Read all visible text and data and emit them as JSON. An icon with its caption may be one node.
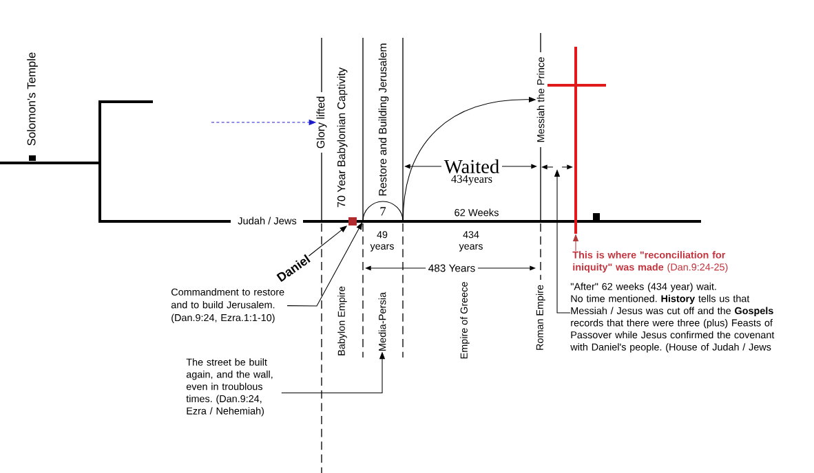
{
  "diagram": {
    "nodes": [
      {
        "text": [
          "Glory lifted"
        ]
      },
      {
        "text": [
          "Messiah the Prince"
        ]
      },
      {
        "text": [],
        "shape": "cross"
      },
      {
        "text": [
          "7"
        ]
      },
      {
        "text": [],
        "shape": "box"
      },
      {
        "text": [
          "Daniel"
        ]
      },
      {
        "text": [
          "Commandment to restore and to build Jerusalem. (Dan.9:24, Ezra.1:1-10)"
        ]
      },
      {
        "text": [
          "Media-Persia"
        ]
      },
      {
        "text": [
          "The street be built again, and the wall, even in troublous times. (Dan.9:24, Ezra / Nehemiah)"
        ]
      },
      {
        "text": [
          "**This is where \"reconciliation for iniquity\" was made** (Dan.9:24-25)"
        ]
      },
      {
        "text": [
          "\"After\" 62 weeks (434 year) wait.",
          "No time mentioned. **History** tells us that Messiah / Jesus was cut off and the **Gospels** records that there were three (plus) Feasts of Passover while Jesus confirmed the covenant with Daniel's people. (House of Judah / Jews"
        ]
      },
      {
        "text": [],
        "shape": "arrow"
      }
    ],
    "edges": [
      {
        "from": null,
        "to": 0,
        "arrow": "to",
        "style": "dashed",
        "color": "#1a1acc"
      },
      {
        "from": 3,
        "to": 1,
        "arrow": "to"
      },
      {
        "from": 5,
        "to": 4,
        "arrow": "to"
      },
      {
        "from": 6,
        "to": 3,
        "arrow": "to"
      },
      {
        "from": 8,
        "to": 7,
        "arrow": "to"
      },
      {
        "from": 9,
        "to": 2,
        "arrow": "to",
        "color": "#b03a3a"
      },
      {
        "from": 10,
        "to": 11,
        "arrow": "to"
      }
    ],
    "labels": [
      "Solomon's Temple",
      "70 Year Babylonian Captivity",
      "Restore and Building Jerusalem",
      "Waited",
      "434years",
      "Judah / Jews",
      "62 Weeks",
      "49 years",
      "434 years",
      "483 Years",
      "Babylon Empire",
      "Empire of Greece",
      "Roman Empire"
    ]
  }
}
